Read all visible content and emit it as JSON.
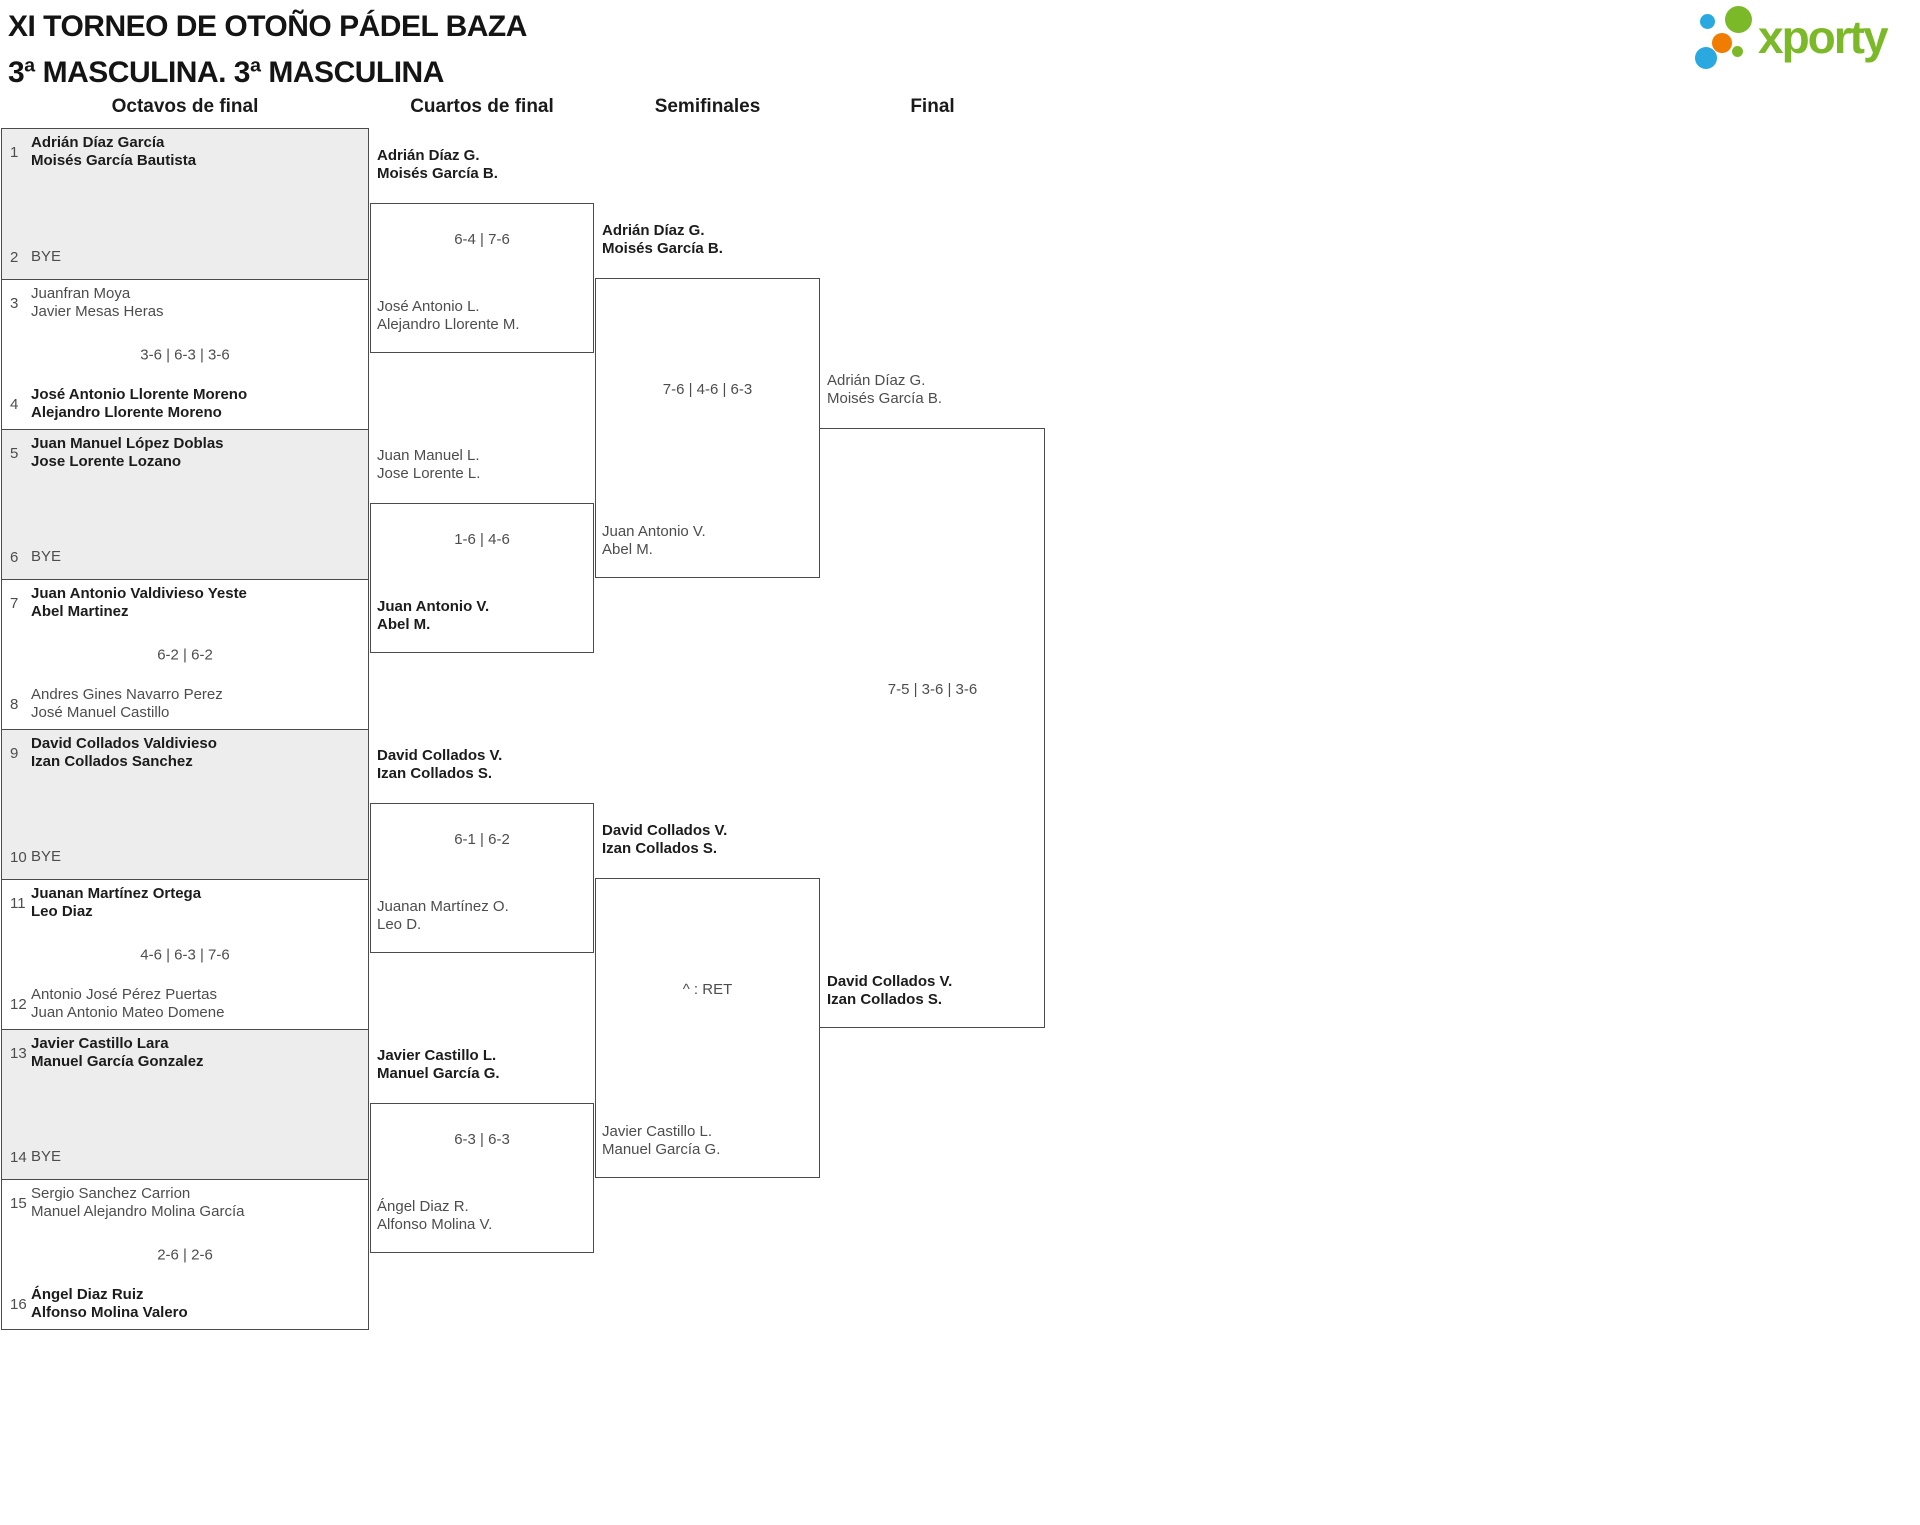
{
  "header": {
    "title_line1": "XI TORNEO DE OTOÑO PÁDEL BAZA",
    "title_line2": "3ª MASCULINA. 3ª MASCULINA"
  },
  "logo": {
    "brand": "xporty",
    "colors": {
      "green": "#7cb928",
      "blue": "#29a9e0",
      "orange": "#f07d00"
    }
  },
  "columns": [
    "Octavos de final",
    "Cuartos de final",
    "Semifinales",
    "Final"
  ],
  "octavos": {
    "matches": [
      {
        "seed_a": "1",
        "team_a": [
          "Adrián Díaz García",
          "Moisés García Bautista"
        ],
        "seed_b": "2",
        "team_b": [
          "BYE"
        ],
        "score": "",
        "winner": "a"
      },
      {
        "seed_a": "3",
        "team_a": [
          "Juanfran Moya",
          "Javier Mesas Heras"
        ],
        "seed_b": "4",
        "team_b": [
          "José Antonio Llorente Moreno",
          "Alejandro Llorente Moreno"
        ],
        "score": "3-6 | 6-3 | 3-6",
        "winner": "b"
      },
      {
        "seed_a": "5",
        "team_a": [
          "Juan Manuel López Doblas",
          "Jose Lorente Lozano"
        ],
        "seed_b": "6",
        "team_b": [
          "BYE"
        ],
        "score": "",
        "winner": "a"
      },
      {
        "seed_a": "7",
        "team_a": [
          "Juan Antonio Valdivieso Yeste",
          "Abel Martinez"
        ],
        "seed_b": "8",
        "team_b": [
          "Andres Gines Navarro Perez",
          "José Manuel Castillo"
        ],
        "score": "6-2 | 6-2",
        "winner": "a"
      },
      {
        "seed_a": "9",
        "team_a": [
          "David Collados Valdivieso",
          "Izan Collados Sanchez"
        ],
        "seed_b": "10",
        "team_b": [
          "BYE"
        ],
        "score": "",
        "winner": "a"
      },
      {
        "seed_a": "11",
        "team_a": [
          "Juanan Martínez Ortega",
          "Leo Diaz"
        ],
        "seed_b": "12",
        "team_b": [
          "Antonio José Pérez Puertas",
          "Juan Antonio Mateo Domene"
        ],
        "score": "4-6 | 6-3 | 7-6",
        "winner": "a"
      },
      {
        "seed_a": "13",
        "team_a": [
          "Javier Castillo Lara",
          "Manuel García Gonzalez"
        ],
        "seed_b": "14",
        "team_b": [
          "BYE"
        ],
        "score": "",
        "winner": "a"
      },
      {
        "seed_a": "15",
        "team_a": [
          "Sergio Sanchez Carrion",
          "Manuel Alejandro Molina García"
        ],
        "seed_b": "16",
        "team_b": [
          "Ángel Diaz Ruiz",
          "Alfonso Molina Valero"
        ],
        "score": "2-6 | 2-6",
        "winner": "b"
      }
    ]
  },
  "cuartos": {
    "matches": [
      {
        "team_a": [
          "Adrián Díaz G.",
          "Moisés García B."
        ],
        "team_b": [
          "José Antonio L.",
          "Alejandro Llorente M."
        ],
        "score": "6-4 | 7-6",
        "winner": "a"
      },
      {
        "team_a": [
          "Juan Manuel L.",
          "Jose Lorente L."
        ],
        "team_b": [
          "Juan Antonio V.",
          "Abel M."
        ],
        "score": "1-6 | 4-6",
        "winner": "b"
      },
      {
        "team_a": [
          "David Collados V.",
          "Izan Collados S."
        ],
        "team_b": [
          "Juanan Martínez O.",
          "Leo D."
        ],
        "score": "6-1 | 6-2",
        "winner": "a"
      },
      {
        "team_a": [
          "Javier Castillo L.",
          "Manuel García G."
        ],
        "team_b": [
          "Ángel Diaz R.",
          "Alfonso Molina V."
        ],
        "score": "6-3 | 6-3",
        "winner": "a"
      }
    ]
  },
  "semifinales": {
    "matches": [
      {
        "team_a": [
          "Adrián Díaz G.",
          "Moisés García B."
        ],
        "team_b": [
          "Juan Antonio V.",
          "Abel M."
        ],
        "score": "7-6 | 4-6 | 6-3",
        "winner": "a"
      },
      {
        "team_a": [
          "David Collados V.",
          "Izan Collados S."
        ],
        "team_b": [
          "Javier Castillo L.",
          "Manuel García G."
        ],
        "score": "^ : RET",
        "winner": "a"
      }
    ]
  },
  "final": {
    "team_a": [
      "Adrián Díaz G.",
      "Moisés García B."
    ],
    "team_b": [
      "David Collados V.",
      "Izan Collados S."
    ],
    "score": "7-5 | 3-6 | 3-6",
    "winner": "b"
  }
}
